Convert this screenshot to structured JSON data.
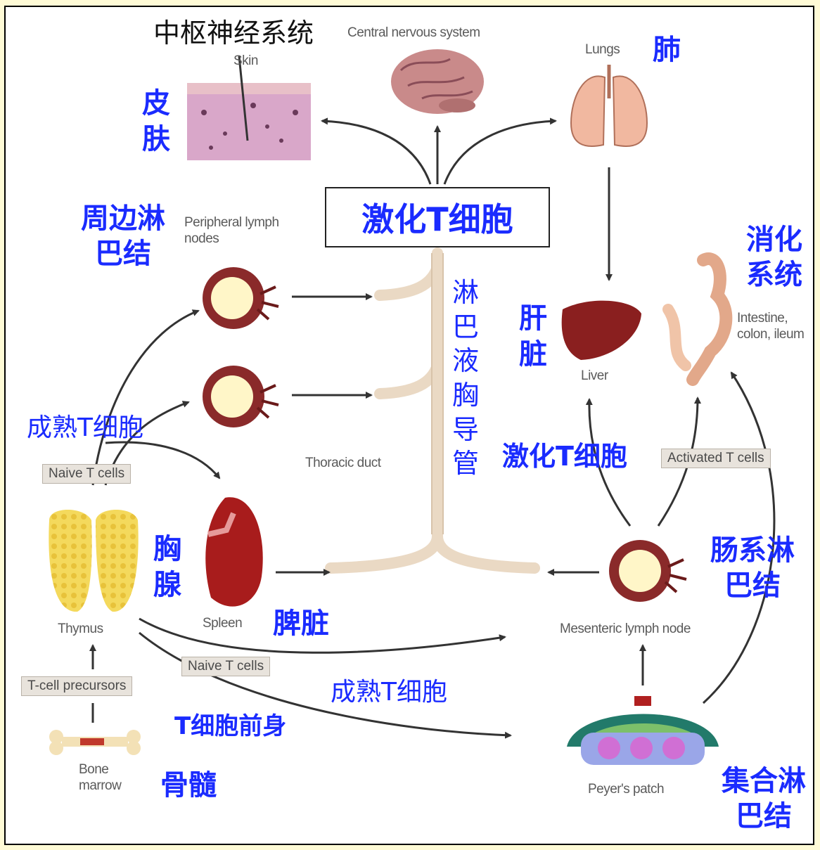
{
  "title_cn": "激化T细胞",
  "labels_cn": {
    "cns": "中枢神经系统",
    "skin": "皮肤",
    "lungs": "肺",
    "peripheral": "周边淋巴结",
    "digestive": "消化系统",
    "thoracic": "淋巴液胸导管",
    "liver": "肝脏",
    "mature_left": "成熟T细胞",
    "activated_mid": "激化T细胞",
    "thymus": "胸腺",
    "spleen": "脾脏",
    "mesenteric": "肠系淋巴结",
    "mature_bottom": "成熟T细胞",
    "precursor": "T细胞前身",
    "bone": "骨髓",
    "peyer": "集合淋巴结"
  },
  "labels_en": {
    "cns": "Central nervous system",
    "skin": "Skin",
    "lungs": "Lungs",
    "peripheral": "Peripheral lymph nodes",
    "intestine": "Intestine, colon, ileum",
    "liver": "Liver",
    "thoracic": "Thoracic duct",
    "activated": "Activated T cells",
    "naive_top": "Naive T cells",
    "naive_bottom": "Naive T cells",
    "thymus": "Thymus",
    "spleen": "Spleen",
    "mesenteric": "Mesenteric lymph node",
    "precursors": "T-cell precursors",
    "bone": "Bone marrow",
    "peyer": "Peyer's patch"
  }
}
